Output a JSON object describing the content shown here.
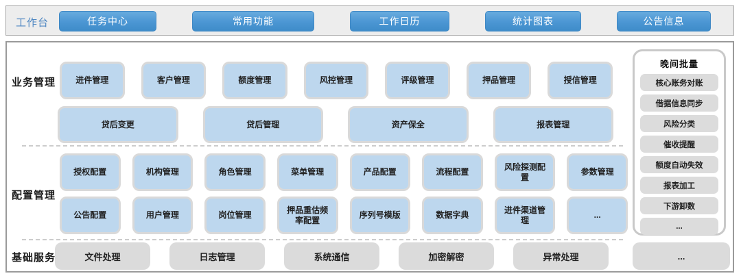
{
  "topbar": {
    "label": "工作台",
    "buttons": [
      "任务中心",
      "常用功能",
      "工作日历",
      "统计图表",
      "公告信息"
    ]
  },
  "business": {
    "label": "业务管理",
    "row1": [
      "进件管理",
      "客户管理",
      "额度管理",
      "风控管理",
      "评级管理",
      "押品管理",
      "授信管理"
    ],
    "row2": [
      "贷后变更",
      "贷后管理",
      "资产保全",
      "报表管理"
    ]
  },
  "config": {
    "label": "配置管理",
    "row1": [
      "授权配置",
      "机构管理",
      "角色管理",
      "菜单管理",
      "产品配置",
      "流程配置",
      "风险探测配置",
      "参数管理"
    ],
    "row2": [
      "公告配置",
      "用户管理",
      "岗位管理",
      "押品重估频率配置",
      "序列号模版",
      "数据字典",
      "进件渠道管理",
      "..."
    ]
  },
  "base": {
    "label": "基础服务",
    "items": [
      "文件处理",
      "日志管理",
      "系统通信",
      "加密解密",
      "异常处理"
    ],
    "more": "..."
  },
  "night": {
    "title": "晚间批量",
    "items": [
      "核心账务对账",
      "借据信息同步",
      "风险分类",
      "催收提醒",
      "额度自动失效",
      "报表加工",
      "下游卸数",
      "..."
    ]
  },
  "colors": {
    "accent_blue": "#4b96d3",
    "light_blue_box": "#bdd7ee",
    "gray_box": "#dbdbdb",
    "workbench_label_blue": "#4f87c2"
  }
}
